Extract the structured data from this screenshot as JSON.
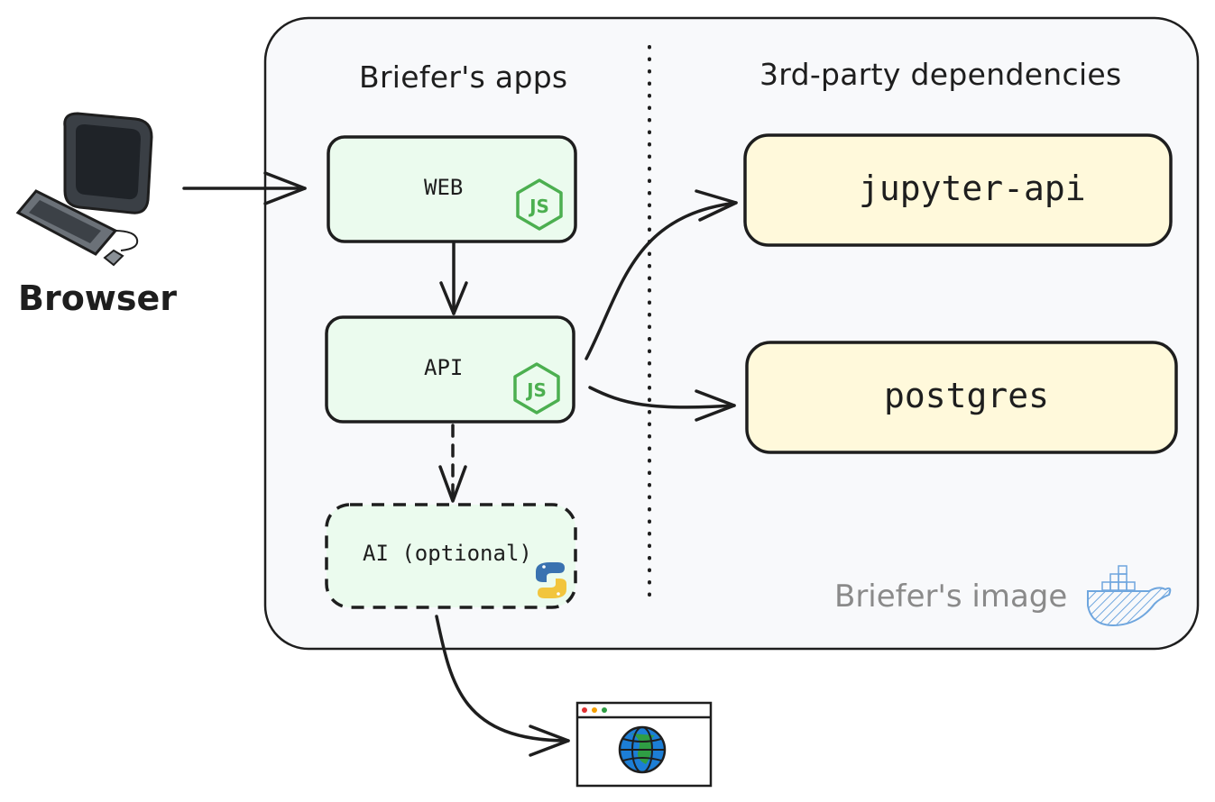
{
  "container": {
    "caption": "Briefer's image"
  },
  "sections": {
    "apps_heading": "Briefer's apps",
    "deps_heading": "3rd-party dependencies"
  },
  "client": {
    "label": "Browser",
    "icon": "desktop-computer-icon"
  },
  "apps": {
    "web": {
      "label": "WEB",
      "icon": "nodejs-icon"
    },
    "api": {
      "label": "API",
      "icon": "nodejs-icon"
    },
    "ai": {
      "label": "AI (optional)",
      "icon": "python-icon",
      "style": "dashed"
    }
  },
  "dependencies": {
    "jupyter": {
      "label": "jupyter-api"
    },
    "postgres": {
      "label": "postgres"
    }
  },
  "external": {
    "icon": "internet-browser-globe-icon"
  },
  "edges": [
    {
      "from": "Browser",
      "to": "WEB",
      "style": "solid"
    },
    {
      "from": "WEB",
      "to": "API",
      "style": "solid"
    },
    {
      "from": "API",
      "to": "AI (optional)",
      "style": "dashed"
    },
    {
      "from": "API",
      "to": "jupyter-api",
      "style": "solid"
    },
    {
      "from": "API",
      "to": "postgres",
      "style": "solid"
    },
    {
      "from": "AI (optional)",
      "to": "internet",
      "style": "solid"
    }
  ],
  "colors": {
    "container_fill": "#f8f9fb",
    "app_fill": "#ebfbee",
    "dep_fill": "#fff9db",
    "stroke": "#1e1e1e",
    "node_green": "#4caf50",
    "docker_blue": "#2f7fd4"
  }
}
